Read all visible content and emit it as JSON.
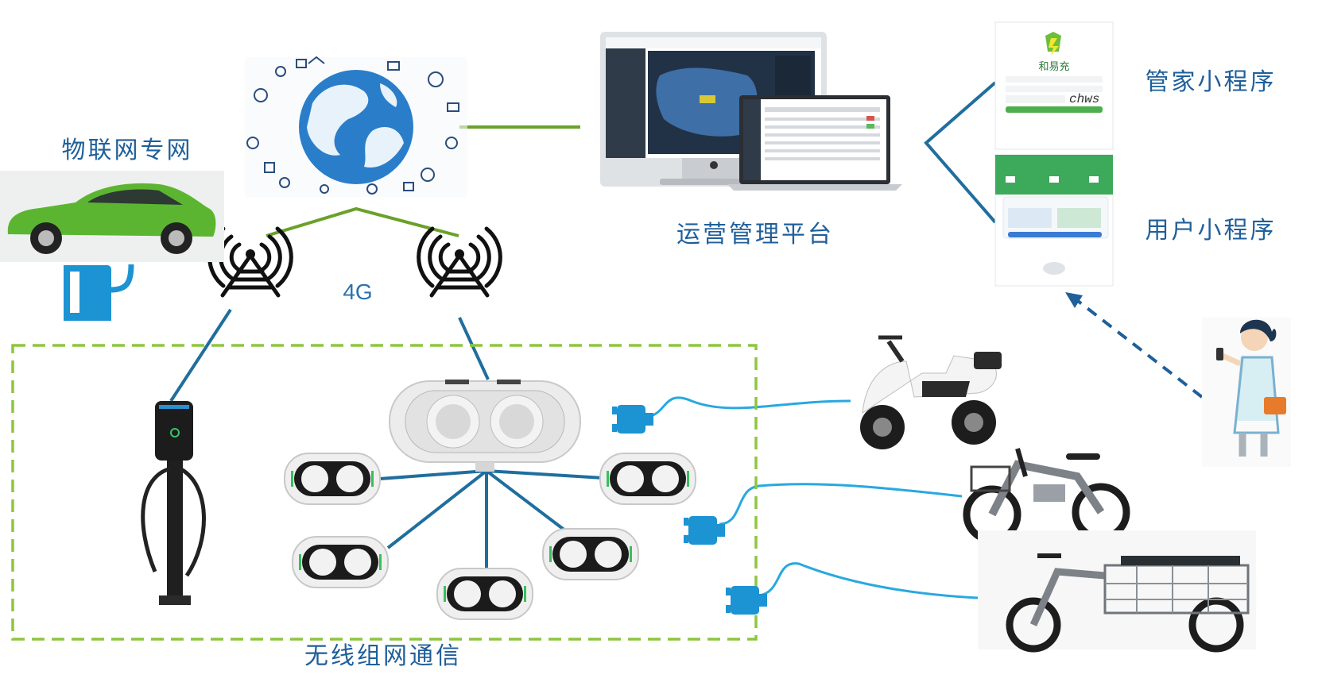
{
  "labels": {
    "iot_network": "物联网专网",
    "ops_platform": "运营管理平台",
    "manager_app": "管家小程序",
    "user_app": "用户小程序",
    "wireless": "无线组网通信",
    "net_4g": "4G"
  },
  "login_screen": {
    "brand": "和易充",
    "captcha": "chws"
  },
  "colors": {
    "label_blue": "#1f5f9a",
    "link_blue": "#1f6e9e",
    "cable_cyan": "#29a8e0",
    "link_green": "#6aa12a",
    "dashed_box_green": "#8ec63f",
    "dashed_arrow_blue": "#1f5f9a"
  },
  "icons": [
    "globe-icon",
    "cell-tower-icon",
    "car-icon",
    "connector-icon",
    "ev-charger-icon",
    "socket-hub-icon",
    "socket-node-icon",
    "plug-icon",
    "scooter-icon",
    "e-bike-icon",
    "tricycle-icon",
    "person-with-phone-icon",
    "monitor-icon",
    "laptop-icon",
    "phone-screen-icon"
  ]
}
